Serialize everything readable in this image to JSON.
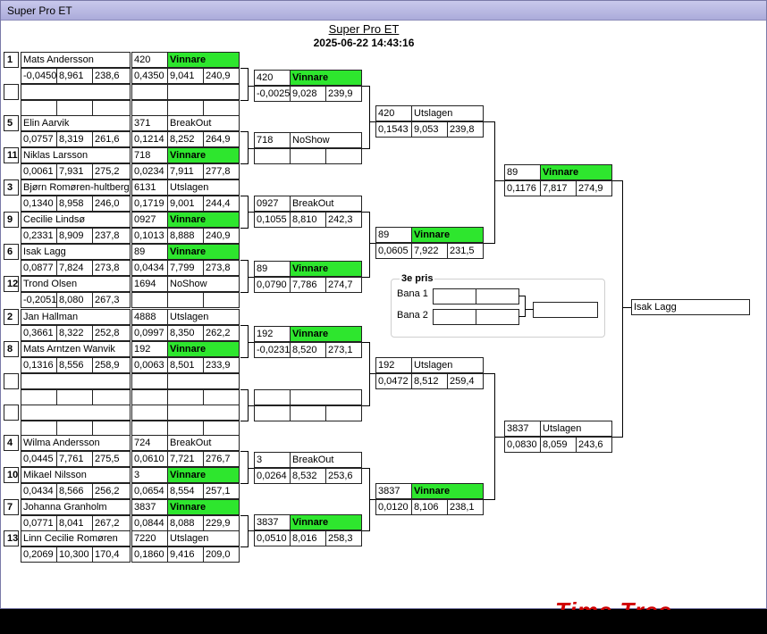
{
  "window": {
    "title": "Super Pro ET"
  },
  "header": {
    "title": "Super Pro ET",
    "datetime": "2025-06-22 14:43:16"
  },
  "r1": [
    {
      "seed": "1",
      "name": "Mats Andersson",
      "rt": "-0,0450",
      "et": "8,961",
      "sp": "238,6",
      "num": "420",
      "res": "Vinnare",
      "rt2": "0,4350",
      "et2": "9,041",
      "sp2": "240,9"
    },
    {
      "seed": "",
      "name": "",
      "rt": "",
      "et": "",
      "sp": "",
      "num": "",
      "res": "",
      "rt2": "",
      "et2": "",
      "sp2": ""
    },
    {
      "seed": "5",
      "name": "Elin Aarvik",
      "rt": "0,0757",
      "et": "8,319",
      "sp": "261,6",
      "num": "371",
      "res": "BreakOut",
      "rt2": "0,1214",
      "et2": "8,252",
      "sp2": "264,9"
    },
    {
      "seed": "11",
      "name": "Niklas Larsson",
      "rt": "0,0061",
      "et": "7,931",
      "sp": "275,2",
      "num": "718",
      "res": "Vinnare",
      "rt2": "0,0234",
      "et2": "7,911",
      "sp2": "277,8"
    },
    {
      "seed": "3",
      "name": "Bjørn Romøren-hultberg",
      "rt": "0,1340",
      "et": "8,958",
      "sp": "246,0",
      "num": "6131",
      "res": "Utslagen",
      "rt2": "0,1719",
      "et2": "9,001",
      "sp2": "244,4"
    },
    {
      "seed": "9",
      "name": "Cecilie Lindsø",
      "rt": "0,2331",
      "et": "8,909",
      "sp": "237,8",
      "num": "0927",
      "res": "Vinnare",
      "rt2": "0,1013",
      "et2": "8,888",
      "sp2": "240,9"
    },
    {
      "seed": "6",
      "name": "Isak Lagg",
      "rt": "0,0877",
      "et": "7,824",
      "sp": "273,8",
      "num": "89",
      "res": "Vinnare",
      "rt2": "0,0434",
      "et2": "7,799",
      "sp2": "273,8"
    },
    {
      "seed": "12",
      "name": "Trond Olsen",
      "rt": "-0,2051",
      "et": "8,080",
      "sp": "267,3",
      "num": "1694",
      "res": "NoShow",
      "rt2": "",
      "et2": "",
      "sp2": ""
    },
    {
      "seed": "2",
      "name": "Jan Hallman",
      "rt": "0,3661",
      "et": "8,322",
      "sp": "252,8",
      "num": "4888",
      "res": "Utslagen",
      "rt2": "0,0997",
      "et2": "8,350",
      "sp2": "262,2"
    },
    {
      "seed": "8",
      "name": "Mats Arntzen Wanvik",
      "rt": "0,1316",
      "et": "8,556",
      "sp": "258,9",
      "num": "192",
      "res": "Vinnare",
      "rt2": "0,0063",
      "et2": "8,501",
      "sp2": "233,9"
    },
    {
      "seed": "",
      "name": "",
      "rt": "",
      "et": "",
      "sp": "",
      "num": "",
      "res": "",
      "rt2": "",
      "et2": "",
      "sp2": ""
    },
    {
      "seed": "",
      "name": "",
      "rt": "",
      "et": "",
      "sp": "",
      "num": "",
      "res": "",
      "rt2": "",
      "et2": "",
      "sp2": ""
    },
    {
      "seed": "4",
      "name": "Wilma Andersson",
      "rt": "0,0445",
      "et": "7,761",
      "sp": "275,5",
      "num": "724",
      "res": "BreakOut",
      "rt2": "0,0610",
      "et2": "7,721",
      "sp2": "276,7"
    },
    {
      "seed": "10",
      "name": "Mikael Nilsson",
      "rt": "0,0434",
      "et": "8,566",
      "sp": "256,2",
      "num": "3",
      "res": "Vinnare",
      "rt2": "0,0654",
      "et2": "8,554",
      "sp2": "257,1"
    },
    {
      "seed": "7",
      "name": "Johanna Granholm",
      "rt": "0,0771",
      "et": "8,041",
      "sp": "267,2",
      "num": "3837",
      "res": "Vinnare",
      "rt2": "0,0844",
      "et2": "8,088",
      "sp2": "229,9"
    },
    {
      "seed": "13",
      "name": "Linn Cecilie  Romøren",
      "rt": "0,2069",
      "et": "10,300",
      "sp": "170,4",
      "num": "7220",
      "res": "Utslagen",
      "rt2": "0,1860",
      "et2": "9,416",
      "sp2": "209,0"
    }
  ],
  "r2": [
    {
      "num": "420",
      "res": "Vinnare",
      "rt": "-0,0025",
      "et": "9,028",
      "sp": "239,9"
    },
    {
      "num": "718",
      "res": "NoShow",
      "rt": "",
      "et": "",
      "sp": ""
    },
    {
      "num": "0927",
      "res": "BreakOut",
      "rt": "0,1055",
      "et": "8,810",
      "sp": "242,3"
    },
    {
      "num": "89",
      "res": "Vinnare",
      "rt": "0,0790",
      "et": "7,786",
      "sp": "274,7"
    },
    {
      "num": "192",
      "res": "Vinnare",
      "rt": "-0,0231",
      "et": "8,520",
      "sp": "273,1"
    },
    {
      "num": "",
      "res": "",
      "rt": "",
      "et": "",
      "sp": ""
    },
    {
      "num": "3",
      "res": "BreakOut",
      "rt": "0,0264",
      "et": "8,532",
      "sp": "253,6"
    },
    {
      "num": "3837",
      "res": "Vinnare",
      "rt": "0,0510",
      "et": "8,016",
      "sp": "258,3"
    }
  ],
  "r3": [
    {
      "num": "420",
      "res": "Utslagen",
      "rt": "0,1543",
      "et": "9,053",
      "sp": "239,8"
    },
    {
      "num": "89",
      "res": "Vinnare",
      "rt": "0,0605",
      "et": "7,922",
      "sp": "231,5"
    },
    {
      "num": "192",
      "res": "Utslagen",
      "rt": "0,0472",
      "et": "8,512",
      "sp": "259,4"
    },
    {
      "num": "3837",
      "res": "Vinnare",
      "rt": "0,0120",
      "et": "8,106",
      "sp": "238,1"
    }
  ],
  "r4": [
    {
      "num": "89",
      "res": "Vinnare",
      "rt": "0,1176",
      "et": "7,817",
      "sp": "274,9"
    },
    {
      "num": "3837",
      "res": "Utslagen",
      "rt": "0,0830",
      "et": "8,059",
      "sp": "243,6"
    }
  ],
  "winner": "Isak Lagg",
  "third": {
    "title": "3e pris",
    "lane1": "Bana 1",
    "lane2": "Bana 2"
  },
  "logo": "Time Tree",
  "highlight_color": "#2ee62e"
}
